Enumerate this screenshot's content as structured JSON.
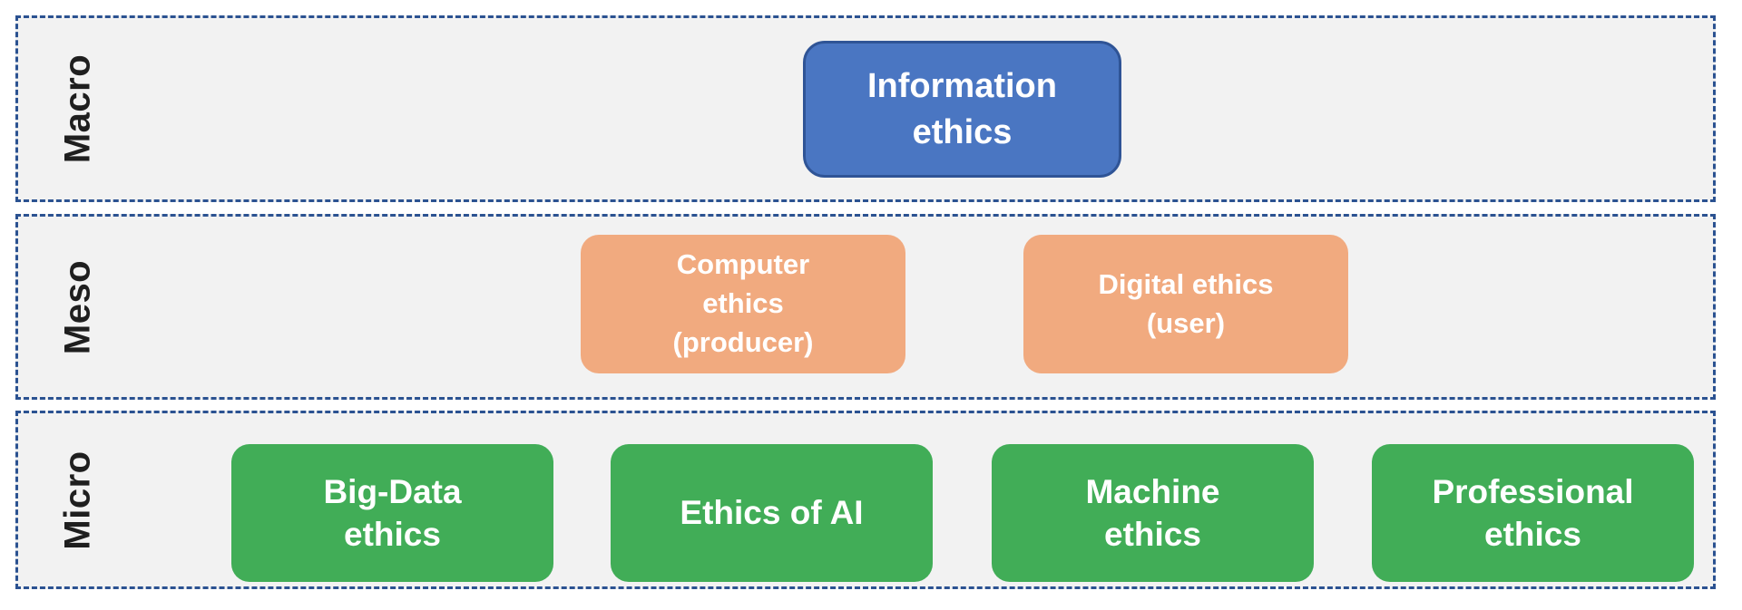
{
  "diagram": {
    "name": "Information ethics hierarchy",
    "colors": {
      "page_background": "#FFFFFF",
      "band_background": "#F2F2F2",
      "band_border": "#2B5291",
      "macro_node_fill": "#4A76C2",
      "macro_node_border": "#2F5496",
      "meso_node_fill": "#F1AA7F",
      "micro_node_fill": "#41AD57",
      "node_text": "#FFFFFF",
      "label_text": "#1F1F1F"
    },
    "bands": [
      {
        "label": "Macro",
        "nodes": [
          {
            "id": "information-ethics",
            "text": "Information\nethics"
          }
        ]
      },
      {
        "label": "Meso",
        "nodes": [
          {
            "id": "computer-ethics-producer",
            "text": "Computer\nethics\n(producer)"
          },
          {
            "id": "digital-ethics-user",
            "text": "Digital ethics\n(user)"
          }
        ]
      },
      {
        "label": "Micro",
        "nodes": [
          {
            "id": "big-data-ethics",
            "text": "Big-Data\nethics"
          },
          {
            "id": "ethics-of-ai",
            "text": "Ethics of AI"
          },
          {
            "id": "machine-ethics",
            "text": "Machine\nethics"
          },
          {
            "id": "professional-ethics",
            "text": "Professional\nethics"
          }
        ]
      }
    ]
  }
}
